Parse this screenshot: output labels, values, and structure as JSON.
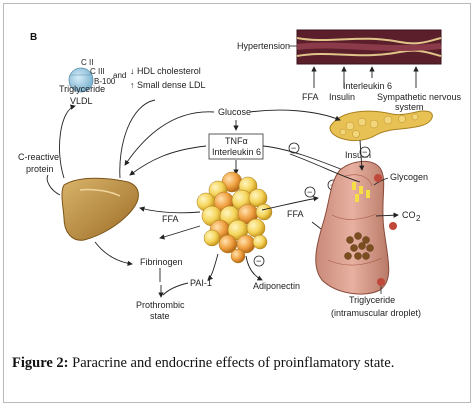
{
  "panel_letter": "B",
  "labels": {
    "c2": "C II",
    "c3": "C III",
    "b100": "B-100",
    "and": "and",
    "triglyceride_top": "Triglyceride",
    "vldl": "VLDL",
    "hdl": "↓ HDL cholesterol",
    "small_ldl": "↑ Small dense LDL",
    "hypertension": "Hypertension",
    "ffa_top": "FFA",
    "insulin_top": "Insulin",
    "interleukin6_top": "Interleukin 6",
    "sympathetic": "Sympathetic nervous",
    "system": "system",
    "glucose": "Glucose",
    "tnf": "TNFα",
    "interleukin6_mid": "Interleukin 6",
    "minus": "−",
    "crp1": "C-reactive",
    "crp2": "protein",
    "insulin_pancreas": "Insulin",
    "glycogen": "Glycogen",
    "ffa_left": "FFA",
    "ffa_mid": "FFA",
    "co2": "CO",
    "co2_sub": "2",
    "fibrinogen": "Fibrinogen",
    "pai1": "PAI-1",
    "adiponectin": "Adiponectin",
    "prothrombic1": "Prothrombic",
    "prothrombic2": "state",
    "trig_bottom": "Triglyceride",
    "intramuscular": "(intramuscular droplet)"
  },
  "caption": {
    "bold": "Figure 2:",
    "text": " Paracrine and endocrine effects of proinflamatory state."
  }
}
